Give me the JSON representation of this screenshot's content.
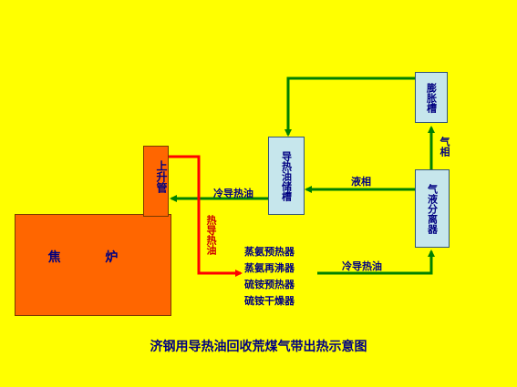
{
  "coke_oven": {
    "label": "焦 炉"
  },
  "riser": {
    "label": "上升管"
  },
  "storage_tank": {
    "label": "导热油储槽"
  },
  "expansion_tank": {
    "label": "膨胀槽"
  },
  "separator": {
    "label": "气液分离器"
  },
  "exchangers": [
    "蒸氨预热器",
    "蒸氨再沸器",
    "硫铵预热器",
    "硫铵干燥器"
  ],
  "flows": {
    "cold_oil_to_riser": "冷导热油",
    "liquid_phase": "液相",
    "gas_phase": "气相",
    "hot_oil": "热导热油",
    "cold_oil_to_separator": "冷导热油"
  },
  "caption": "济钢用导热油回收荒煤气带出热示意图",
  "colors": {
    "background": "#FFFF00",
    "oven": "#FF6600",
    "equipment": "#C6E6EC",
    "green_line": "#008000",
    "red_line": "#FF0000"
  }
}
